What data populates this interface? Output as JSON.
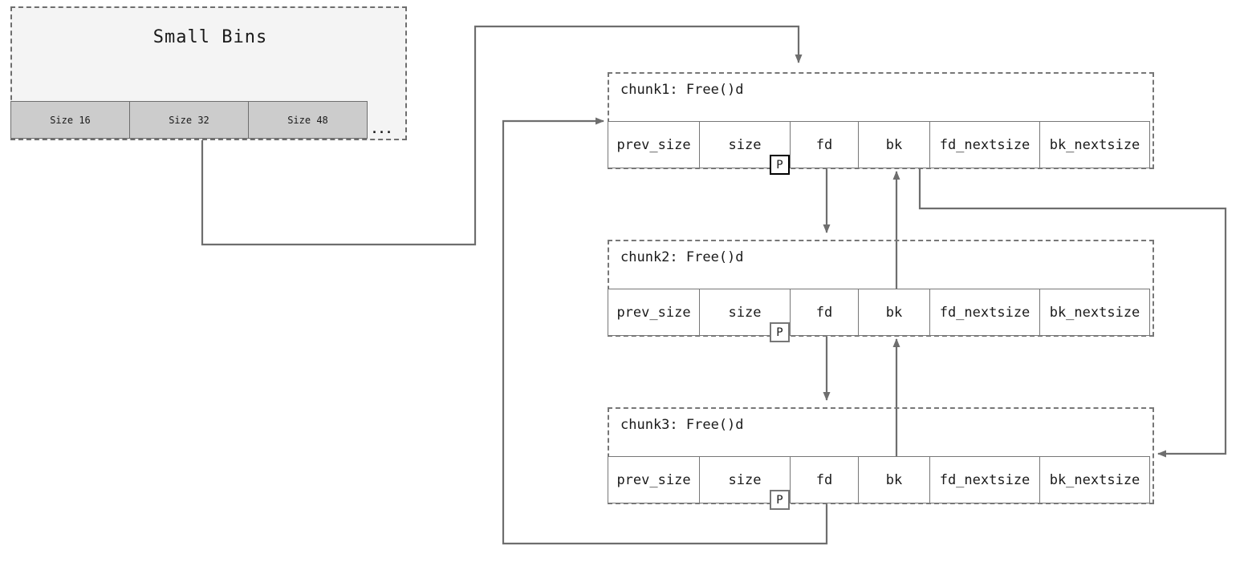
{
  "diagram": {
    "title_region": "glibc small bins doubly linked list",
    "colors": {
      "edge": "#6e6e6e",
      "chunk_border": "#777777",
      "bin_fill": "#f4f4f4",
      "bin_cell_fill": "#cccccc",
      "flag_strong_border": "#000000",
      "flag_soft_border": "#777777",
      "text": "#1a1a1a"
    }
  },
  "small_bins": {
    "title": "Small Bins",
    "ellipsis": "...",
    "cells": [
      {
        "label": "Size 16"
      },
      {
        "label": "Size 32"
      },
      {
        "label": "Size 48"
      }
    ]
  },
  "chunks": [
    {
      "id": "chunk1",
      "label": "chunk1: Free()d",
      "flag": "P",
      "flag_style": "strong",
      "fields": [
        "prev_size",
        "size",
        "fd",
        "bk",
        "fd_nextsize",
        "bk_nextsize"
      ]
    },
    {
      "id": "chunk2",
      "label": "chunk2: Free()d",
      "flag": "P",
      "flag_style": "soft",
      "fields": [
        "prev_size",
        "size",
        "fd",
        "bk",
        "fd_nextsize",
        "bk_nextsize"
      ]
    },
    {
      "id": "chunk3",
      "label": "chunk3: Free()d",
      "flag": "P",
      "flag_style": "soft",
      "fields": [
        "prev_size",
        "size",
        "fd",
        "bk",
        "fd_nextsize",
        "bk_nextsize"
      ]
    }
  ],
  "connections": [
    {
      "name": "bin-size32-to-chunk1-head",
      "from": "Size 32",
      "to": "chunk1 top"
    },
    {
      "name": "chunk1-fd-to-chunk2",
      "from": "chunk1.fd",
      "to": "chunk2 top"
    },
    {
      "name": "chunk2-fd-to-chunk3",
      "from": "chunk2.fd",
      "to": "chunk3 top"
    },
    {
      "name": "chunk3-fd-to-chunk1",
      "from": "chunk3.fd",
      "to": "chunk1 left"
    },
    {
      "name": "chunk2-bk-to-chunk1",
      "from": "chunk2.bk",
      "to": "chunk1.bk"
    },
    {
      "name": "chunk3-bk-to-chunk2",
      "from": "chunk3.bk",
      "to": "chunk2.bk"
    },
    {
      "name": "chunk1-bk-to-chunk3",
      "from": "chunk1.bk",
      "to": "chunk3 right"
    }
  ]
}
